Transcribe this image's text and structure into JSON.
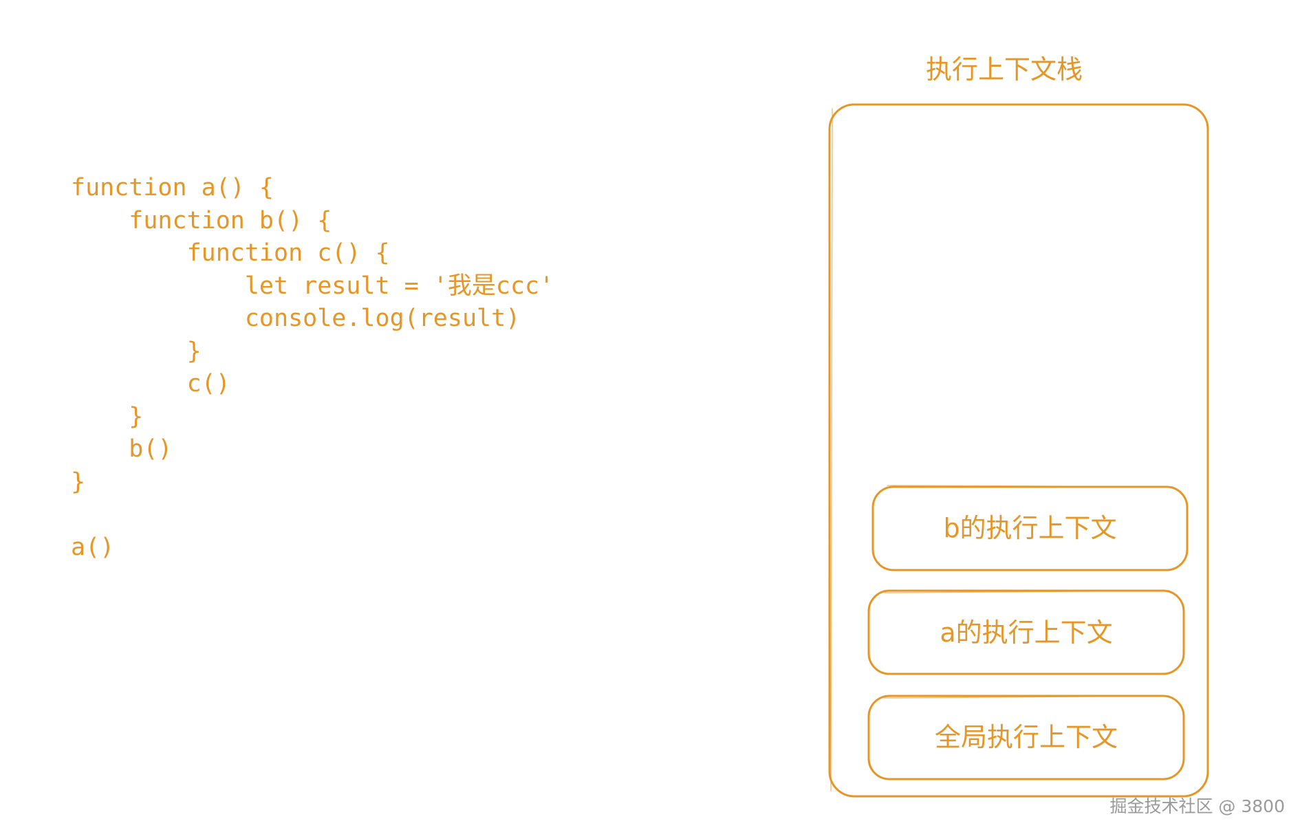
{
  "code": {
    "lines": [
      "function a() {",
      "    function b() {",
      "        function c() {",
      "            let result = '我是ccc'",
      "            console.log(result)",
      "        }",
      "        c()",
      "    }",
      "    b()",
      "}",
      "",
      "a()"
    ]
  },
  "stack": {
    "title": "执行上下文栈",
    "frames": [
      {
        "label": "b的执行上下文"
      },
      {
        "label": "a的执行上下文"
      },
      {
        "label": "全局执行上下文"
      }
    ]
  },
  "watermark": "掘金技术社区 @ 3800",
  "colors": {
    "accent": "#e69626",
    "watermark": "#9a9a9a",
    "background": "#ffffff"
  }
}
